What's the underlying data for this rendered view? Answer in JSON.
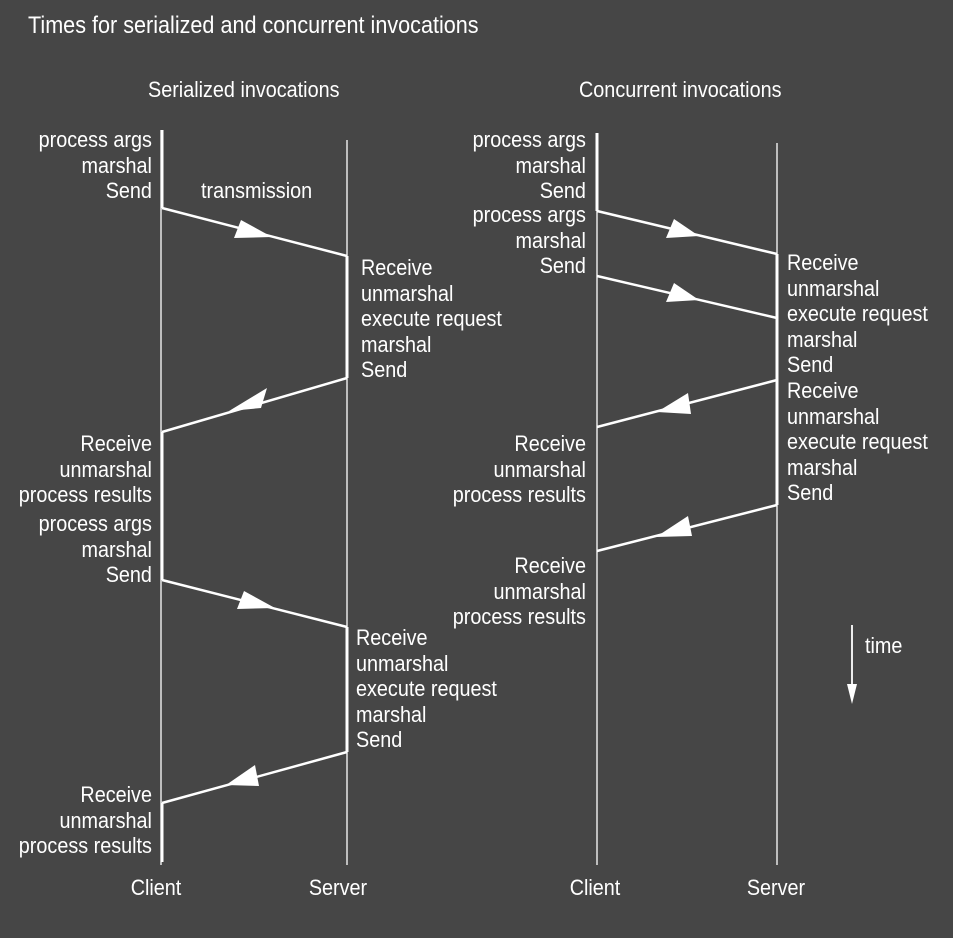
{
  "title": "Times for serialized and concurrent invocations",
  "serialized": {
    "heading": "Serialized invocations",
    "transmission_label": "transmission",
    "client_label": "Client",
    "server_label": "Server",
    "client_block_1": [
      "process args",
      "marshal",
      "Send"
    ],
    "server_block_1": [
      "Receive",
      "unmarshal",
      "execute request",
      "marshal",
      "Send"
    ],
    "client_block_2": [
      "Receive",
      "unmarshal",
      "process results"
    ],
    "client_block_3": [
      "process args",
      "marshal",
      "Send"
    ],
    "server_block_2": [
      "Receive",
      "unmarshal",
      "execute request",
      "marshal",
      "Send"
    ],
    "client_block_4": [
      "Receive",
      "unmarshal",
      "process results"
    ]
  },
  "concurrent": {
    "heading": "Concurrent invocations",
    "client_label": "Client",
    "server_label": "Server",
    "client_block_1": [
      "process args",
      "marshal",
      "Send"
    ],
    "client_block_2": [
      "process args",
      "marshal",
      "Send"
    ],
    "server_block_1": [
      "Receive",
      "unmarshal",
      "execute request",
      "marshal",
      "Send"
    ],
    "server_block_2": [
      "Receive",
      "unmarshal",
      "execute request",
      "marshal",
      "Send"
    ],
    "client_block_3": [
      "Receive",
      "unmarshal",
      "process results"
    ],
    "client_block_4": [
      "Receive",
      "unmarshal",
      "process results"
    ]
  },
  "time_label": "time",
  "colors": {
    "background": "#464646",
    "foreground": "#ffffff"
  }
}
